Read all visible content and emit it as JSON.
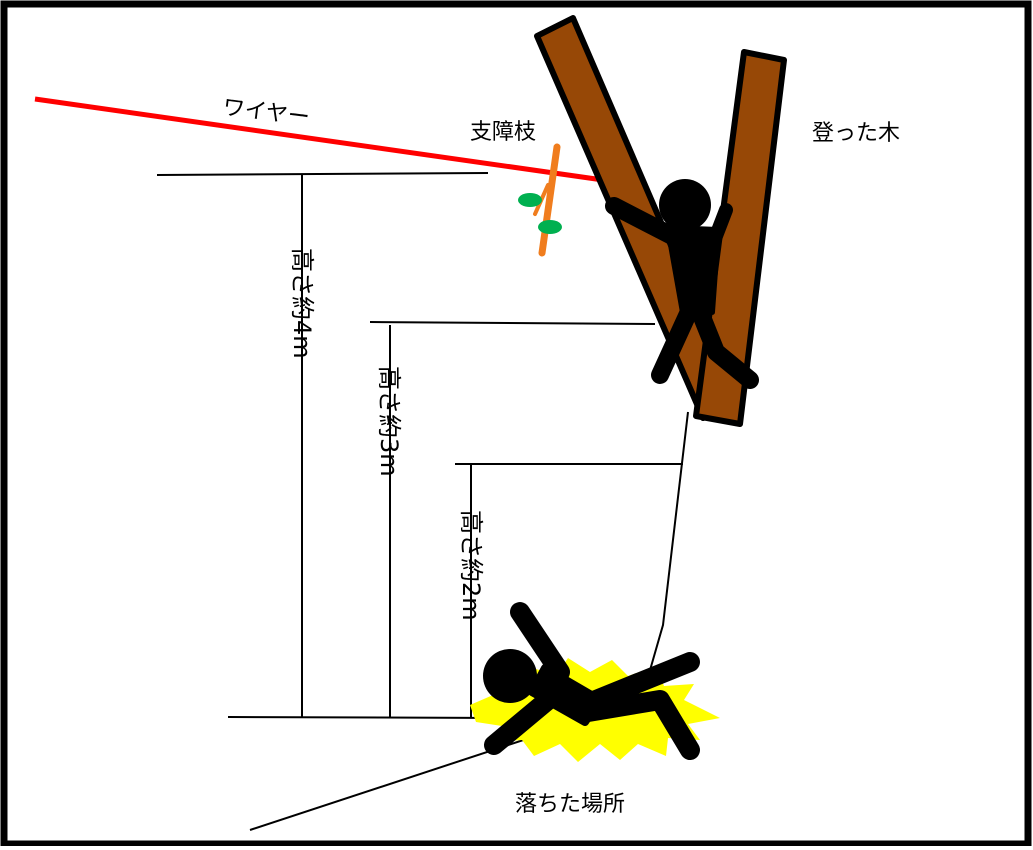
{
  "labels": {
    "wire": "ワイヤー",
    "branch": "支障枝",
    "tree": "登った木",
    "height_4m": "高さ約4m",
    "height_3m": "高さ約3m",
    "height_2m": "高さ約2m",
    "fall_place": "落ちた場所"
  },
  "colors": {
    "wire": "#ff0000",
    "trunk": "#974806",
    "branch": "#f07d1e",
    "leaf": "#00b050",
    "impact": "#ffff00",
    "figure": "#000000"
  }
}
